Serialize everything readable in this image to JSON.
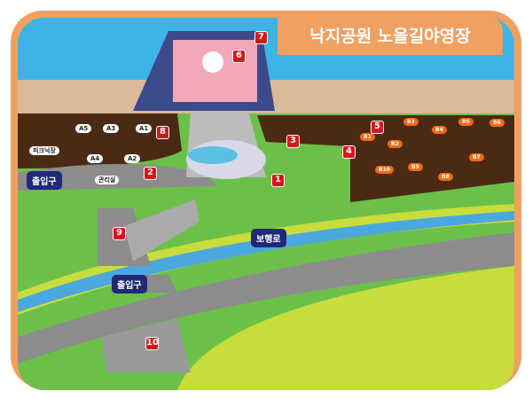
{
  "title": "낙지공원 노을길야영장",
  "markers": [
    "1",
    "2",
    "3",
    "4",
    "5",
    "6",
    "7",
    "8",
    "9",
    "10"
  ],
  "labels": {
    "entrance_left": "출입구",
    "entrance_bottom": "출입구",
    "office": "관리실",
    "picnic": "피크닉장",
    "walkway": "보행로"
  },
  "sites_a": [
    "A1",
    "A2",
    "A3",
    "A4",
    "A5"
  ],
  "sites_b": [
    "B1",
    "B2",
    "B3",
    "B4",
    "B5",
    "B6",
    "B7",
    "B8",
    "B9",
    "B10"
  ],
  "colors": {
    "frame": "#f0a060",
    "sea": "#3cb4e6",
    "shore": "#d9b99a",
    "soil": "#4a2a14",
    "grass": "#6cc04a",
    "road": "#8c8c8c",
    "river": "#4aa8df",
    "field": "#c8dc3c",
    "marker": "#d8141c",
    "label": "#1f2a78"
  }
}
